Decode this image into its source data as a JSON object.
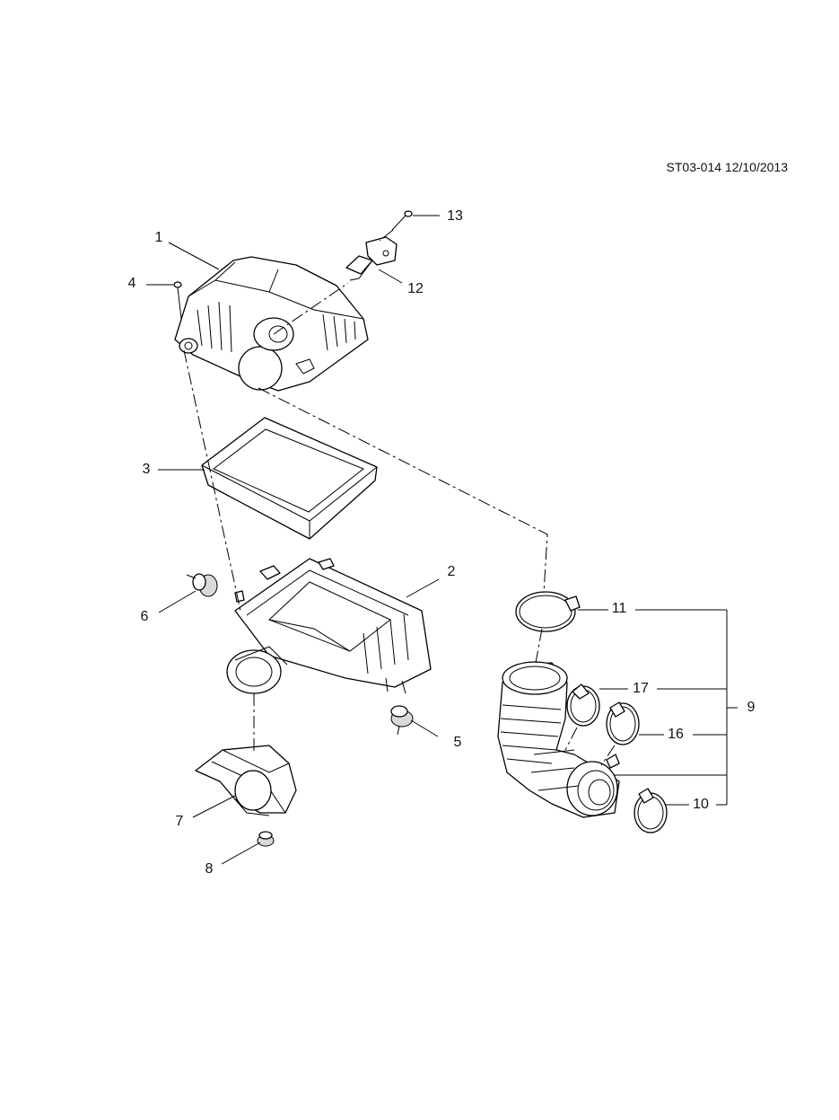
{
  "stamp": "ST03-014 12/10/2013",
  "callouts": {
    "c1": "1",
    "c2": "2",
    "c3": "3",
    "c4": "4",
    "c5": "5",
    "c6": "6",
    "c7": "7",
    "c8": "8",
    "c9": "9",
    "c10": "10",
    "c11": "11",
    "c12": "12",
    "c13": "13",
    "c16": "16",
    "c17": "17"
  }
}
